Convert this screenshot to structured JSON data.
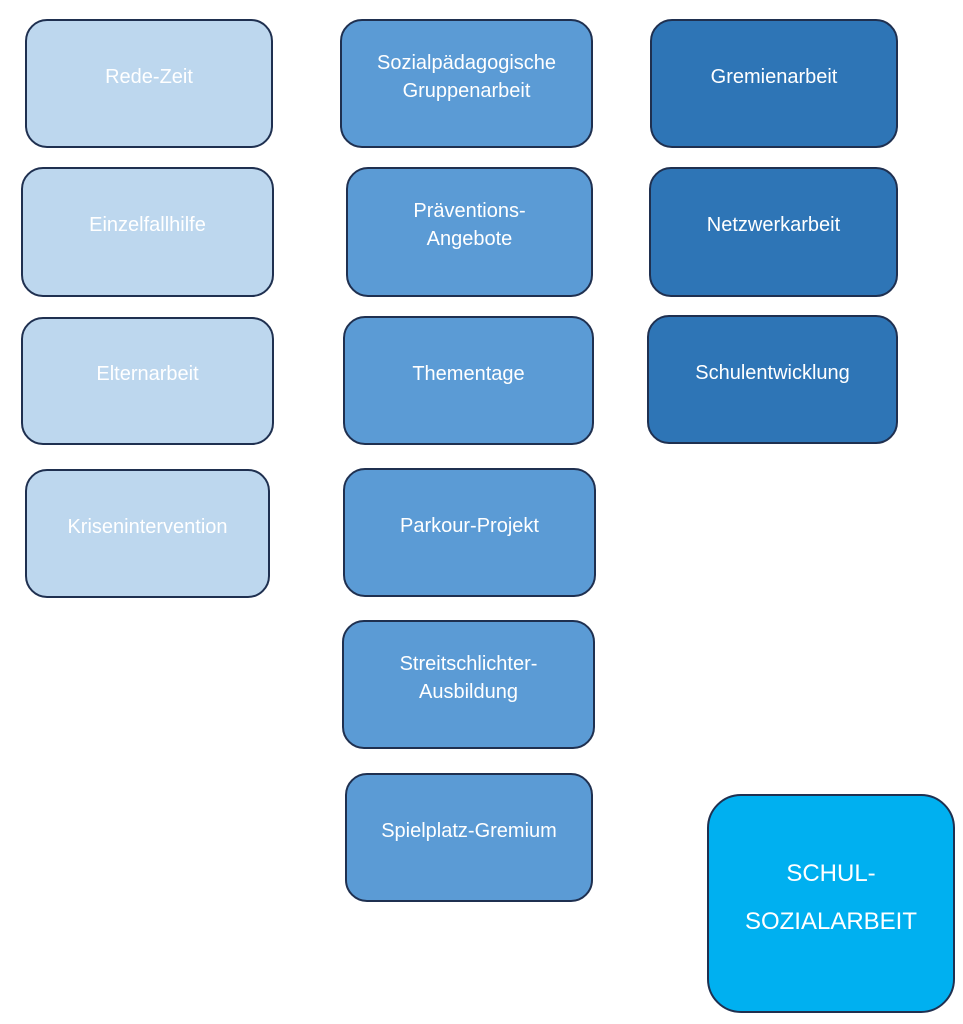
{
  "colors": {
    "light": "#bdd7ee",
    "mid": "#5b9bd5",
    "dark": "#2e75b6",
    "main": "#00b0f0",
    "border": "#1f3050"
  },
  "column1": [
    "Rede-Zeit",
    "Einzelfallhilfe",
    "Elternarbeit",
    "Krisenintervention"
  ],
  "column2": [
    "Sozialpädagogische\nGruppenarbeit",
    "Präventions-\nAngebote",
    "Thementage",
    "Parkour-Projekt",
    "Streitschlichter-\nAusbildung",
    "Spielplatz-Gremium"
  ],
  "column3": [
    "Gremienarbeit",
    "Netzwerkarbeit",
    "Schulentwicklung"
  ],
  "main": {
    "label": "SCHUL-\nSOZIALARBEIT"
  }
}
